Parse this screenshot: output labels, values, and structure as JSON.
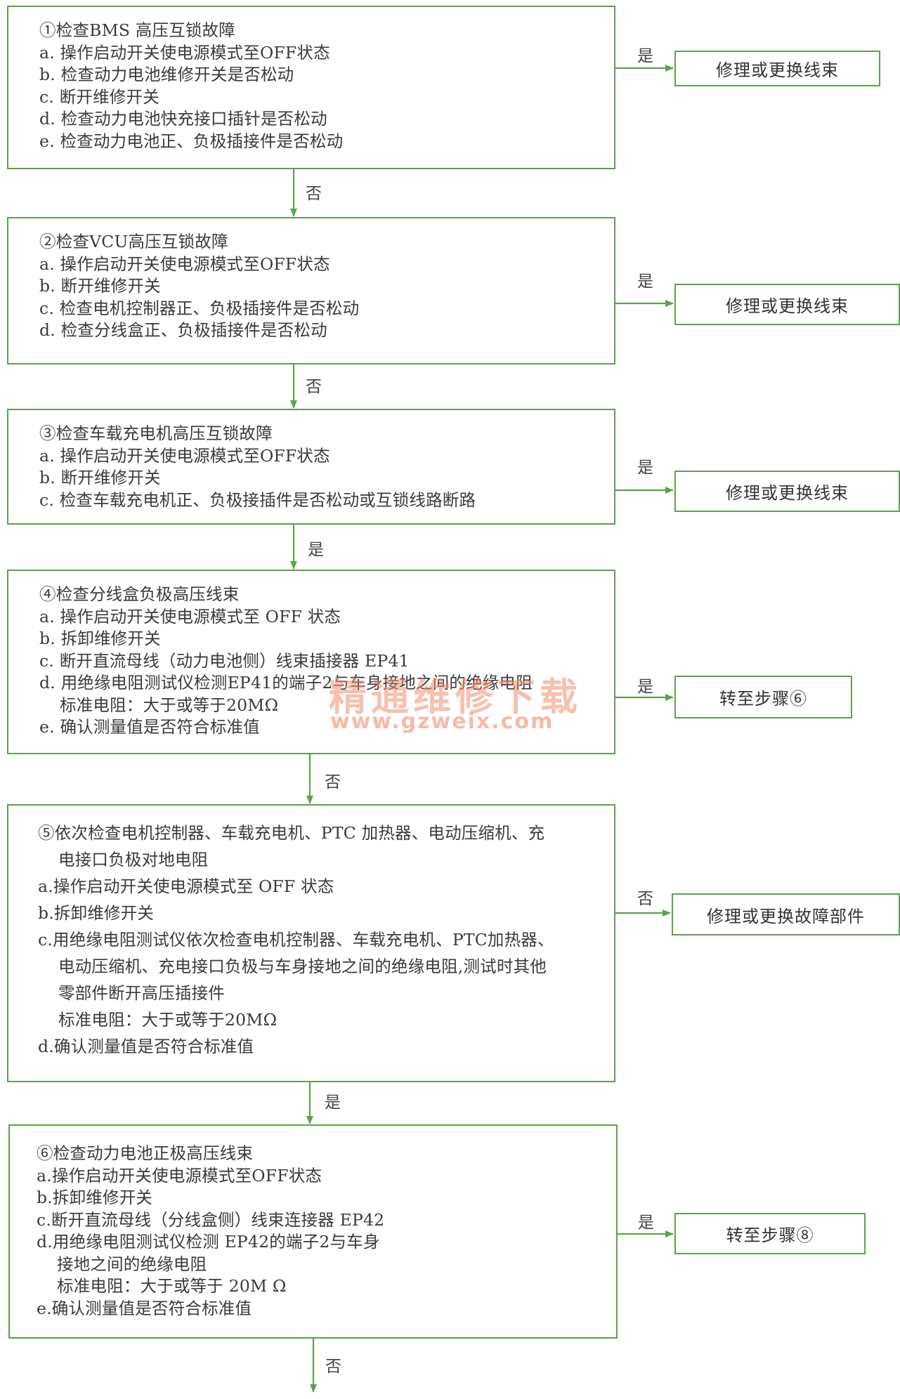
{
  "steps": [
    {
      "title": "①检查BMS 高压互锁故障",
      "items": [
        "a. 操作启动开关使电源模式至OFF状态",
        "b. 检查动力电池维修开关是否松动",
        "c. 断开维修开关",
        "d. 检查动力电池快充接口插针是否松动",
        "e. 检查动力电池正、负极插接件是否松动"
      ],
      "branch_label": "是",
      "result": "修理或更换线束",
      "down_label": "否"
    },
    {
      "title": "②检查VCU高压互锁故障",
      "items": [
        "a. 操作启动开关使电源模式至OFF状态",
        "b. 断开维修开关",
        "c. 检查电机控制器正、负极插接件是否松动",
        "d. 检查分线盒正、负极插接件是否松动"
      ],
      "branch_label": "是",
      "result": "修理或更换线束",
      "down_label": "否"
    },
    {
      "title": "③检查车载充电机高压互锁故障",
      "items": [
        "a. 操作启动开关使电源模式至OFF状态",
        "b. 断开维修开关",
        "c. 检查车载充电机正、负极接插件是否松动或互锁线路断路"
      ],
      "branch_label": "是",
      "result": "修理或更换线束",
      "down_label": "是"
    },
    {
      "title": "④检查分线盒负极高压线束",
      "items": [
        "a. 操作启动开关使电源模式至  OFF 状态",
        "b. 拆卸维修开关",
        "c. 断开直流母线（动力电池侧）线束插接器  EP41",
        "d. 用绝缘电阻测试仪检测EP41的端子2与车身接地之间的绝缘电阻",
        "标准电阻：大于或等于20MΩ",
        "e. 确认测量值是否符合标准值"
      ],
      "branch_label": "是",
      "result": "转至步骤⑥",
      "down_label": "否"
    },
    {
      "title": "⑤依次检查电机控制器、车载充电机、PTC 加热器、电动压缩机、充",
      "title_cont": "电接口负极对地电阻",
      "items": [
        "a.操作启动开关使电源模式至  OFF 状态",
        "b.拆卸维修开关",
        "c.用绝缘电阻测试仪依次检查电机控制器、车载充电机、PTC加热器、",
        "电动压缩机、充电接口负极与车身接地之间的绝缘电阻,测试时其他",
        "零部件断开高压插接件",
        "标准电阻：大于或等于20MΩ",
        "d.确认测量值是否符合标准值"
      ],
      "branch_label": "否",
      "result": "修理或更换故障部件",
      "down_label": "是"
    },
    {
      "title": "⑥检查动力电池正极高压线束",
      "items": [
        "a.操作启动开关使电源模式至OFF状态",
        "b.拆卸维修开关",
        "c.断开直流母线（分线盒侧）线束连接器 EP42",
        "d.用绝缘电阻测试仪检测 EP42的端子2与车身",
        "接地之间的绝缘电阻",
        "标准电阻：大于或等于  20M Ω",
        "e.确认测量值是否符合标准值"
      ],
      "branch_label": "是",
      "result": "转至步骤⑧",
      "down_label": "否"
    }
  ],
  "watermark": {
    "title": "精通维修下载",
    "url": "www.gzweix.com"
  },
  "colors": {
    "border": "#5aa34a",
    "text": "#3a3a3a",
    "watermark": "#f28c6e"
  }
}
